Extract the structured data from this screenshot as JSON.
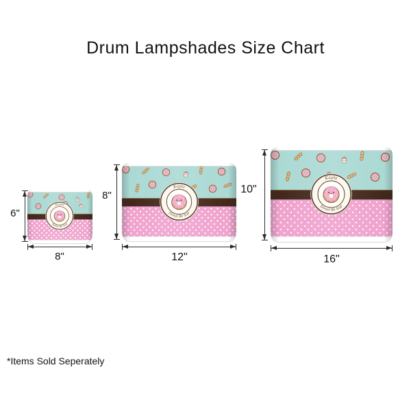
{
  "title": "Drum Lampshades Size Chart",
  "footnote": "*Items Sold Seperately",
  "design": {
    "name": "Kayla",
    "phrase": "Donut Be Sad",
    "theme": "pink donuts with aqua top, brown band, pink polka-dot bottom",
    "colors": {
      "aqua_panel": "#abd9d4",
      "pink_panel": "#f0a3ce",
      "brown_band": "#42281a",
      "badge_background": "#fcf8ee",
      "badge_ring": "#4a2e16",
      "donut_frosting": "#f3a6cb",
      "donut_dough": "#d8a55e",
      "dimension_line": "#2b2b2b",
      "page_background": "#ffffff"
    }
  },
  "lampshades": [
    {
      "size": "small",
      "height_label": "6\"",
      "width_label": "8\"",
      "height_in": 6,
      "diameter_in": 8
    },
    {
      "size": "medium",
      "height_label": "8\"",
      "width_label": "12\"",
      "height_in": 8,
      "diameter_in": 12
    },
    {
      "size": "large",
      "height_label": "10\"",
      "width_label": "16\"",
      "height_in": 10,
      "diameter_in": 16
    }
  ]
}
